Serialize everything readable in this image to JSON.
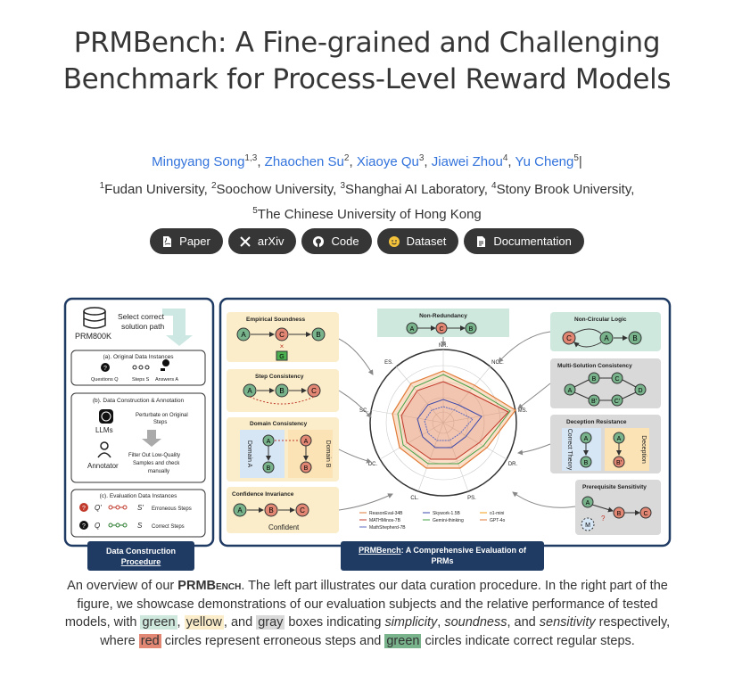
{
  "title": "PRMBench: A Fine-grained and Challenging Benchmark for Process-Level Reward Models",
  "authors": [
    {
      "name": "Mingyang Song",
      "sup": "1,3"
    },
    {
      "name": "Zhaochen Su",
      "sup": "2"
    },
    {
      "name": "Xiaoye Qu",
      "sup": "3"
    },
    {
      "name": "Jiawei Zhou",
      "sup": "4"
    },
    {
      "name": "Yu Cheng",
      "sup": "5"
    }
  ],
  "affiliations": [
    {
      "sup": "1",
      "name": "Fudan University"
    },
    {
      "sup": "2",
      "name": "Soochow University"
    },
    {
      "sup": "3",
      "name": "Shanghai AI Laboratory"
    },
    {
      "sup": "4",
      "name": "Stony Brook University"
    },
    {
      "sup": "5",
      "name": "The Chinese University of Hong Kong"
    }
  ],
  "buttons": [
    {
      "label": "Paper",
      "icon": "pdf-icon"
    },
    {
      "label": "arXiv",
      "icon": "x-logo-icon"
    },
    {
      "label": "Code",
      "icon": "github-icon"
    },
    {
      "label": "Dataset",
      "icon": "huggingface-icon"
    },
    {
      "label": "Documentation",
      "icon": "document-icon"
    }
  ],
  "figure": {
    "left": {
      "source": "PRM800K",
      "select_text": "Select correct solution path",
      "a_title": "(a). Original Data Instances",
      "a_items": [
        "Questions Q",
        "Steps S",
        "Answers A"
      ],
      "b_title": "(b). Data Construction & Annotation",
      "b_llms": "LLMs",
      "b_perturb": "Perturbate on Original Steps",
      "b_annotator": "Annotator",
      "b_filter": "Filter Out Low-Quality Samples and check manually",
      "c_title": "(c). Evaluation Data Instances",
      "c_erroneous": "Erroneous Steps",
      "c_correct": "Correct Steps",
      "label": "Data Construction Procedure"
    },
    "right": {
      "label": "PRMBench: A Comprehensive Evaluation of PRMs",
      "boxes": {
        "empirical": "Empirical Soundness",
        "step": "Step Consistency",
        "domain": "Domain Consistency",
        "domain_a": "Domain A",
        "domain_b": "Domain B",
        "confidence": "Confidence Invariance",
        "confident": "Confident",
        "nonred": "Non-Redundancy",
        "noncirc": "Non-Circular Logic",
        "multisol": "Multi-Solution Consistency",
        "deception": "Deception Resistance",
        "correct_theory": "Correct Theory",
        "deception_word": "Deception",
        "prereq": "Prerequisite Sensitivity"
      },
      "radar_axes": [
        "NR.",
        "NCL.",
        "MS.",
        "DR.",
        "PS.",
        "CL.",
        "DC.",
        "SC.",
        "ES."
      ],
      "legend": [
        "ReasonEval-34B",
        "Skywork-1.5B",
        "o1-mini",
        "MATHMinos-7B",
        "Gemini-thinking",
        "GPT-4o",
        "MathShepherd-7B"
      ],
      "colors": {
        "green": "#cfe8de",
        "yellow": "#fbedc9",
        "gray": "#d9d9d9",
        "red": "#e18774",
        "dgreen": "#78b38c",
        "navy": "#1f3b63"
      }
    }
  },
  "caption": {
    "p1": "An overview of our ",
    "brand": "PRMBench",
    "p2": ". The left part illustrates our data curation procedure. In the right part of the figure, we showcase demonstrations of our evaluation subjects and the relative performance of tested models, with ",
    "green": "green",
    "p3": ", ",
    "yellow": "yellow",
    "p4": ", and ",
    "gray": "gray",
    "p5": " boxes indicating ",
    "simplicity": "simplicity",
    "p6": ", ",
    "soundness": "soundness",
    "p7": ", and ",
    "sensitivity": "sensitivity",
    "p8": " respectively, where ",
    "red": "red",
    "p9": " circles represent erroneous steps and ",
    "dgreen": "green",
    "p10": " circles indicate correct regular steps."
  }
}
